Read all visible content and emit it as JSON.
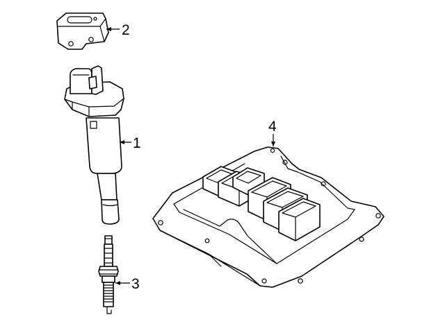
{
  "callouts": [
    {
      "number": "1",
      "part_icon": "ignition-coil-icon"
    },
    {
      "number": "2",
      "part_icon": "bracket-icon"
    },
    {
      "number": "3",
      "part_icon": "spark-plug-icon"
    },
    {
      "number": "4",
      "part_icon": "engine-control-module-icon"
    }
  ],
  "colors": {
    "line": "#000000",
    "background": "#ffffff"
  }
}
